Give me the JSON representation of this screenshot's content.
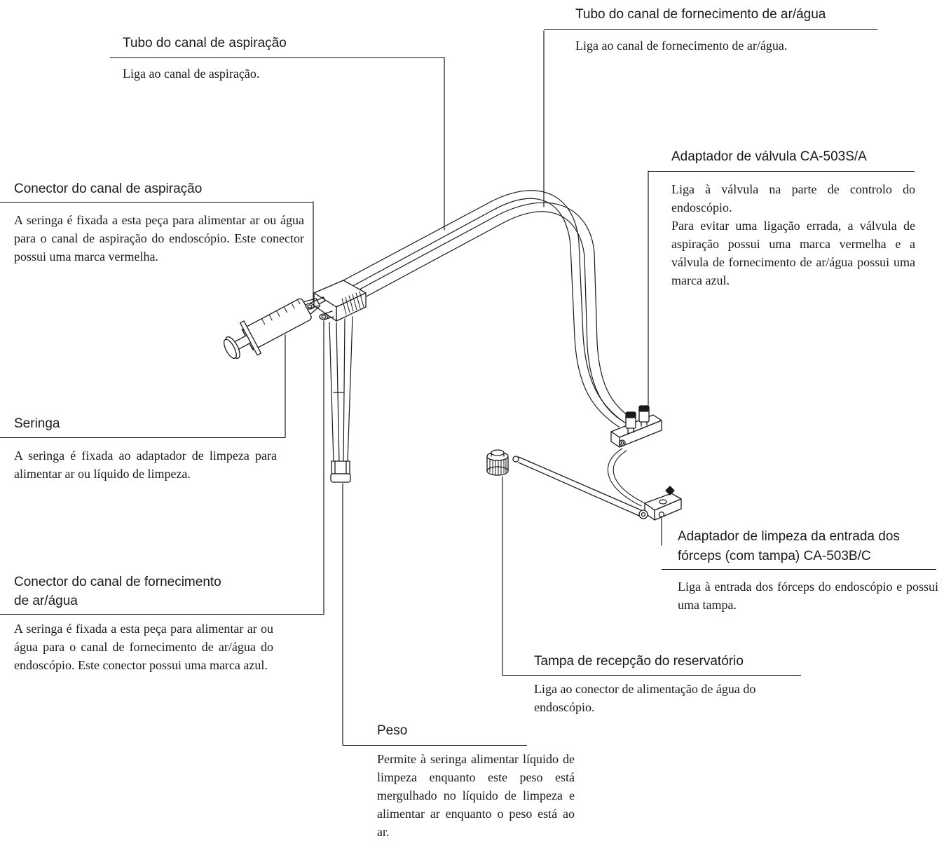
{
  "callouts": {
    "suction_tube": {
      "title": "Tubo do canal de aspiração",
      "desc": "Liga ao canal de aspiração."
    },
    "airwater_tube": {
      "title": "Tubo do canal de fornecimento de ar/água",
      "desc": "Liga ao canal de fornecimento de ar/água."
    },
    "valve_adapter": {
      "title": "Adaptador de válvula CA-503S/A",
      "desc": "Liga à válvula na parte de controlo do endoscópio.\nPara evitar uma ligação errada, a válvula de aspiração possui uma marca vermelha e a válvula de fornecimento de ar/água possui uma marca azul."
    },
    "suction_connector": {
      "title": "Conector do canal de aspiração",
      "desc": "A seringa é fixada a esta peça para alimentar ar ou água para o canal de aspiração do endoscópio. Este conector possui uma marca vermelha."
    },
    "syringe": {
      "title": "Seringa",
      "desc": "A seringa é fixada ao adaptador de limpeza para alimentar ar ou líquido de limpeza."
    },
    "forceps_adapter": {
      "title_line1": "Adaptador de limpeza da entrada dos",
      "title_line2": "fórceps (com tampa) CA-503B/C",
      "desc": "Liga à entrada dos fórceps do endoscópio e possui uma tampa."
    },
    "airwater_connector": {
      "title_line1": "Conector do canal de fornecimento",
      "title_line2": "de ar/água",
      "desc": "A seringa é fixada a esta peça para alimentar ar ou água para o canal de fornecimento de ar/água do endoscópio. Este conector possui uma marca azul."
    },
    "reservoir_cap": {
      "title": "Tampa de recepção do reservatório",
      "desc": "Liga ao conector de alimentação de água do endoscópio."
    },
    "weight": {
      "title": "Peso",
      "desc": "Permite à seringa alimentar líquido de limpeza enquanto este peso está mergulhado no líquido de limpeza e alimentar ar enquanto o peso está ao ar."
    }
  }
}
